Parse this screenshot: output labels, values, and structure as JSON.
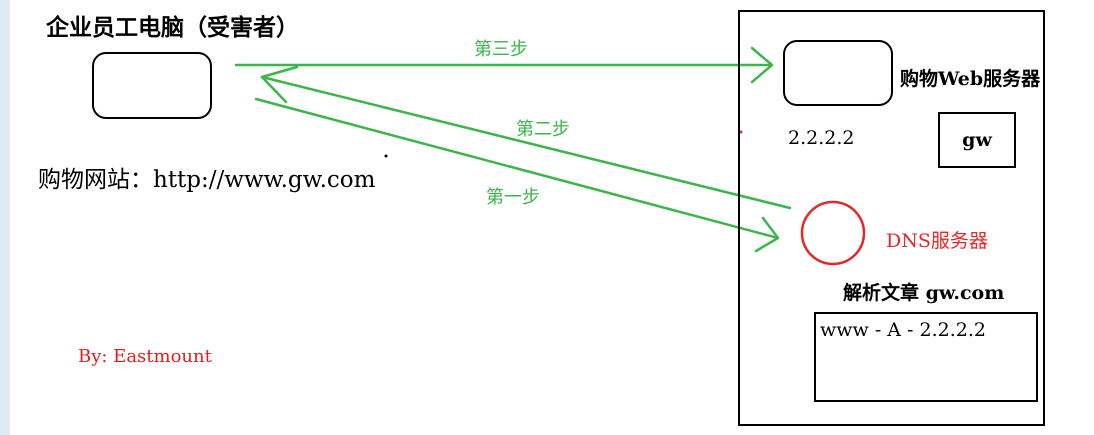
{
  "victim": {
    "title": "企业员工电脑（受害者）",
    "site_line": "购物网站：http://www.gw.com"
  },
  "steps": {
    "step1": "第一步",
    "step2": "第二步",
    "step3": "第三步"
  },
  "author": "By: Eastmount",
  "server_area": {
    "web_server_label": "购物Web服务器",
    "web_ip": "2.2.2.2",
    "gw_label": "gw",
    "dns_label": "DNS服务器",
    "resolve_title": "解析文章 gw.com",
    "dns_record": "www - A - 2.2.2.2"
  },
  "colors": {
    "arrow_green": "#3cb54a",
    "dns_red": "#e42828",
    "author_red": "#e02020",
    "sidebar": "#dfeaf2"
  }
}
